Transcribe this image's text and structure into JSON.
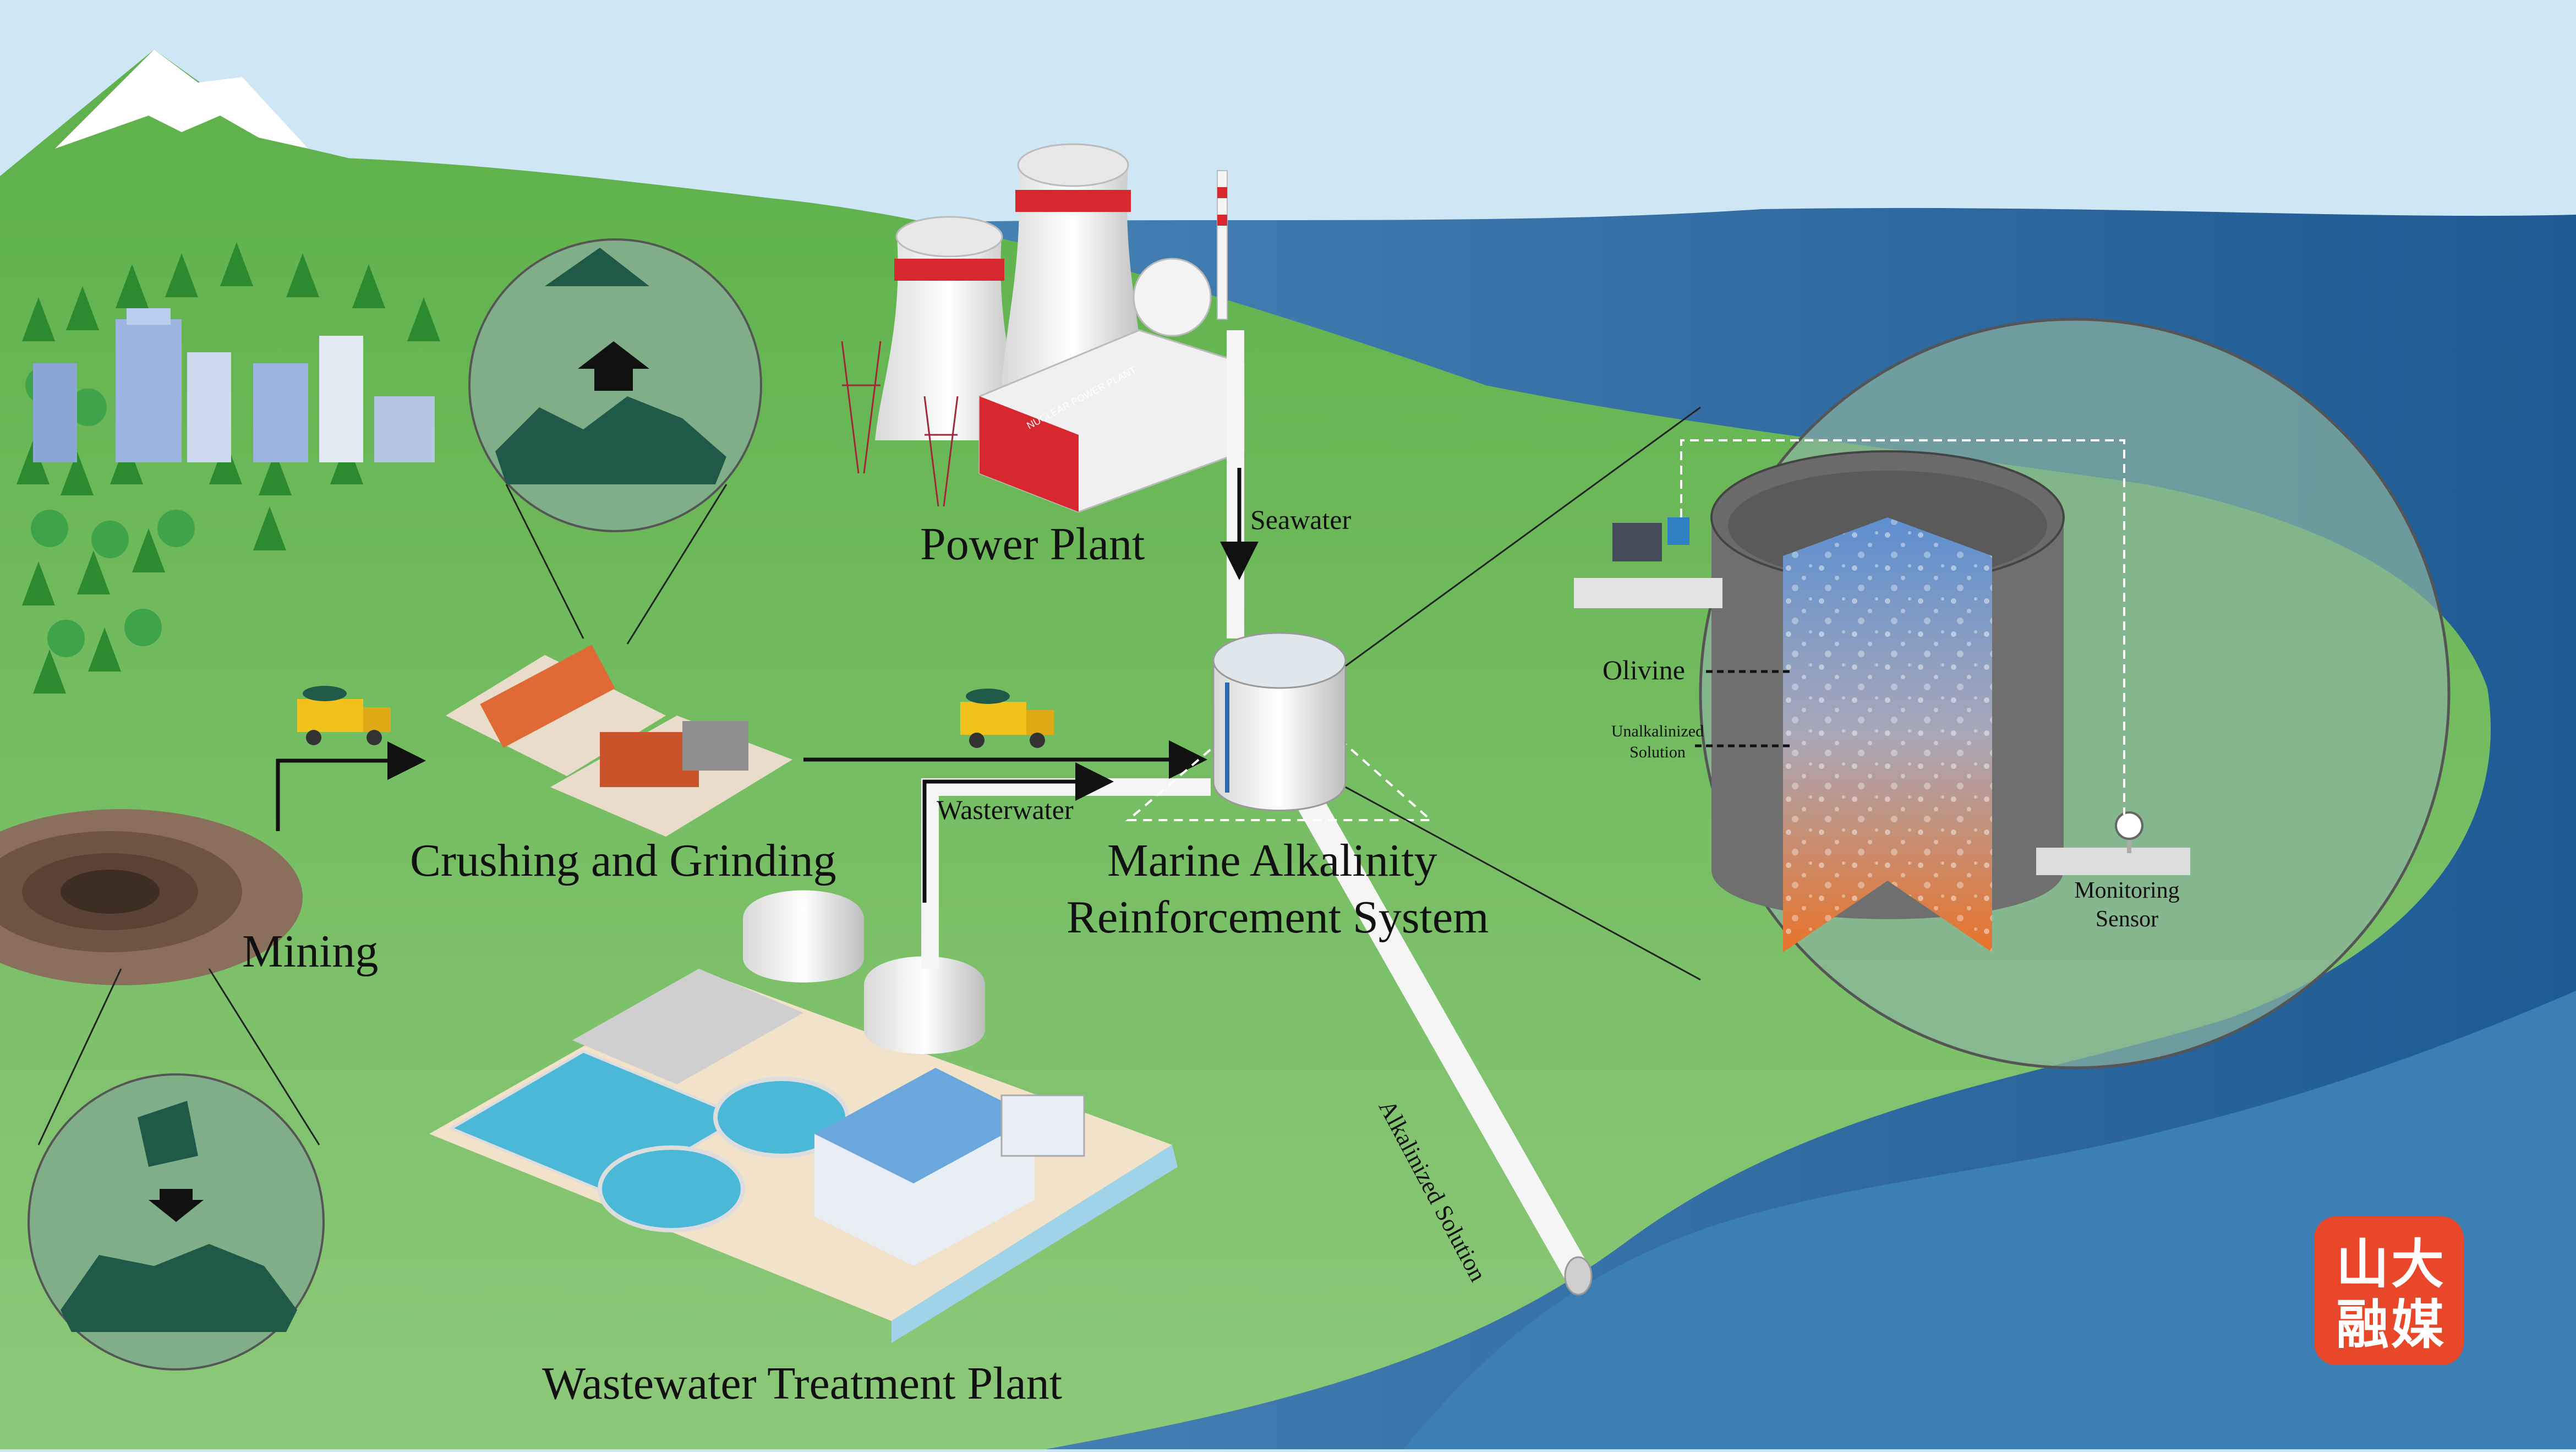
{
  "labels": {
    "power_plant": "Power Plant",
    "seawater": "Seawater",
    "crushing": "Crushing and Grinding",
    "mining": "Mining",
    "wastewater": "Wasterwater",
    "mars_line1": "Marine Alkalinity",
    "mars_line2": "Reinforcement System",
    "wwtp": "Wastewater Treatment Plant",
    "alkalized": "Alkalinized Solution",
    "olivine": "Olivine",
    "unalk_line1": "Unalkalinized",
    "unalk_line2": "Solution",
    "sensor_line1": "Monitoring",
    "sensor_line2": "Sensor"
  },
  "building_signs": {
    "nuclear": "NUCLEAR POWER PLANT"
  },
  "watermark": {
    "chars": [
      "山",
      "大",
      "融",
      "媒"
    ]
  },
  "colors": {
    "sky": "#cfe6f5",
    "land": "#6fbf5a",
    "sea": "#2f6fa6",
    "watermark": "#e8472a"
  }
}
